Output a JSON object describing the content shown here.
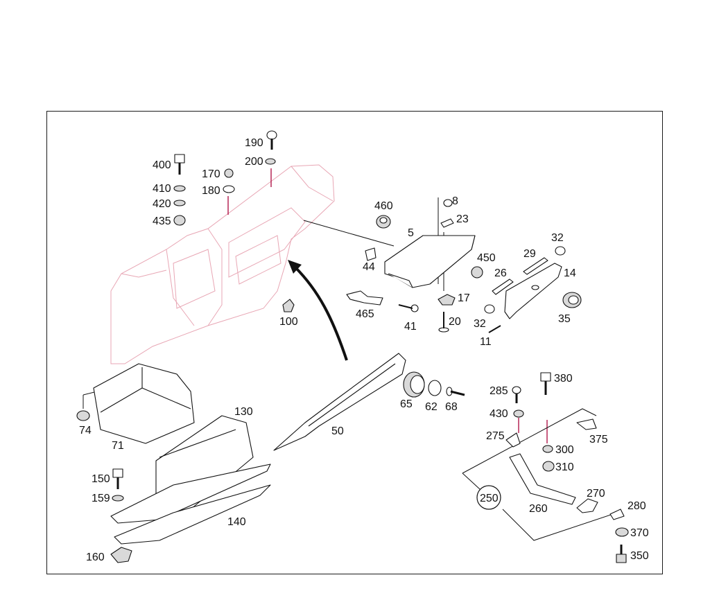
{
  "accent_color": "#b0164a",
  "ghost_color": "#e8a6b4",
  "line_color": "#111111",
  "labels": {
    "p5": "5",
    "p8": "8",
    "p11": "11",
    "p14": "14",
    "p17": "17",
    "p20": "20",
    "p23": "23",
    "p26": "26",
    "p29": "29",
    "p32a": "32",
    "p32b": "32",
    "p35": "35",
    "p41": "41",
    "p44": "44",
    "p50": "50",
    "p62": "62",
    "p65": "65",
    "p68": "68",
    "p71": "71",
    "p74": "74",
    "p100": "100",
    "p130": "130",
    "p140": "140",
    "p150": "150",
    "p159": "159",
    "p160": "160",
    "p170": "170",
    "p180": "180",
    "p190": "190",
    "p200": "200",
    "p250": "250",
    "p260": "260",
    "p270": "270",
    "p275": "275",
    "p280": "280",
    "p285": "285",
    "p300": "300",
    "p310": "310",
    "p350": "350",
    "p370": "370",
    "p375": "375",
    "p380": "380",
    "p400": "400",
    "p410": "410",
    "p420": "420",
    "p430": "430",
    "p435": "435",
    "p450": "450",
    "p460": "460",
    "p465": "465"
  }
}
